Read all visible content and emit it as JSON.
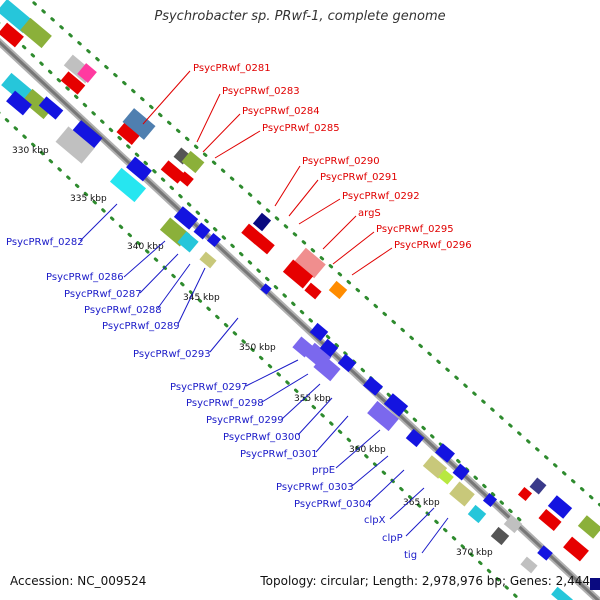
{
  "title": "Psychrobacter sp. PRwf-1, complete genome",
  "accession": "Accession: NC_009524",
  "summary": "Topology: circular; Length: 2,978,976 bp; Genes: 2,444",
  "ticks": [
    "330 kbp",
    "335 kbp",
    "340 kbp",
    "345 kbp",
    "350 kbp",
    "355 kbp",
    "360 kbp",
    "365 kbp",
    "370 kbp"
  ],
  "genes_forward": [
    "PsycPRwf_0281",
    "PsycPRwf_0283",
    "PsycPRwf_0284",
    "PsycPRwf_0285",
    "PsycPRwf_0290",
    "PsycPRwf_0291",
    "PsycPRwf_0292",
    "argS",
    "PsycPRwf_0295",
    "PsycPRwf_0296"
  ],
  "genes_reverse": [
    "PsycPRwf_0282",
    "PsycPRwf_0286",
    "PsycPRwf_0287",
    "PsycPRwf_0288",
    "PsycPRwf_0289",
    "PsycPRwf_0293",
    "PsycPRwf_0297",
    "PsycPRwf_0298",
    "PsycPRwf_0299",
    "PsycPRwf_0300",
    "PsycPRwf_0301",
    "prpE",
    "PsycPRwf_0303",
    "PsycPRwf_0304",
    "clpX",
    "clpP",
    "tig"
  ],
  "colors": {
    "forward_label": "#e00000",
    "reverse_label": "#1a1ac8",
    "backbone": "#8a8a8a",
    "tick_dots": "#2e8b2e"
  }
}
